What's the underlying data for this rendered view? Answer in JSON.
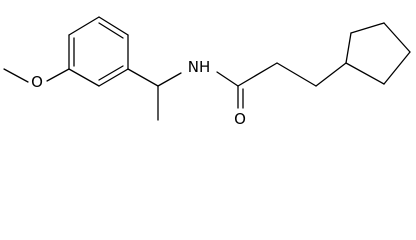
{
  "molecule": {
    "labels": {
      "oxygen_methoxy": "O",
      "nitrogen_amide": "NH",
      "oxygen_carbonyl": "O"
    },
    "colors": {
      "bond": "#000000",
      "background": "#ffffff"
    }
  }
}
